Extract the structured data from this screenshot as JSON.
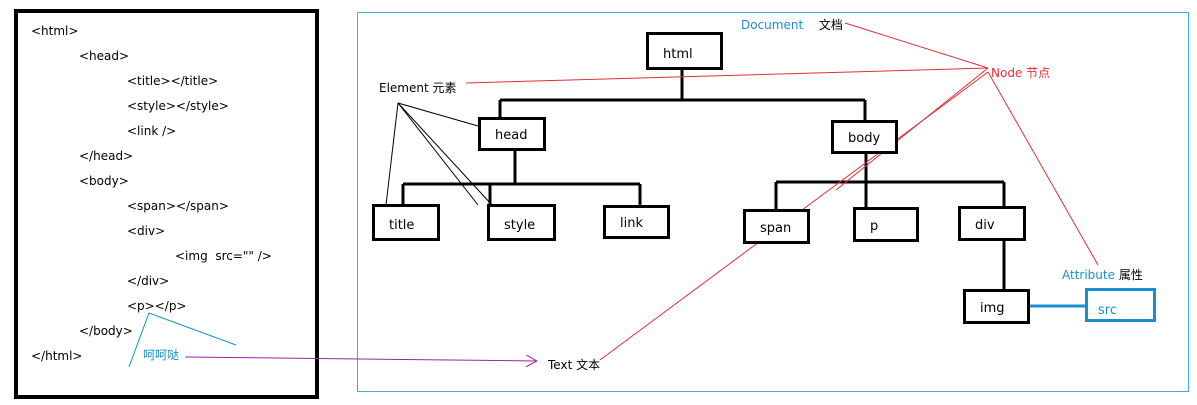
{
  "code": {
    "lines": [
      "<html>",
      "<head>",
      "<title></title>",
      "<style></style>",
      "<link />",
      "</head>",
      "<body>",
      "<span></span>",
      "<div>",
      "<img  src=\"\" />",
      "</div>",
      "<p></p>",
      "</body>",
      "</html>"
    ],
    "text_note": "呵呵哒"
  },
  "tree": {
    "nodes": {
      "html": "html",
      "head": "head",
      "body": "body",
      "title": "title",
      "style": "style",
      "link": "link",
      "span": "span",
      "p": "p",
      "div": "div",
      "img": "img"
    },
    "attribute_box": "src"
  },
  "labels": {
    "document_en": "Document",
    "document_zh": "文档",
    "node": "Node 节点",
    "element_en": "Element",
    "element_zh": "元素",
    "attribute_en": "Attribute",
    "attribute_zh": "属性",
    "text_en": "Text",
    "text_zh": "文本"
  },
  "colors": {
    "teal": "#1a8fd0",
    "red": "#e0303a",
    "purple": "#a020a0",
    "frame": "#41b0d8"
  }
}
